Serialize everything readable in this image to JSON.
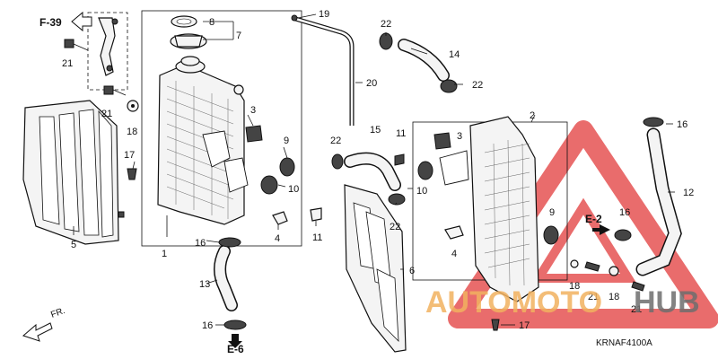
{
  "callouts": {
    "p1": "1",
    "p2": "2",
    "p3a": "3",
    "p3b": "3",
    "p4a": "4",
    "p4b": "4",
    "p5": "5",
    "p6": "6",
    "p7": "7",
    "p8": "8",
    "p9a": "9",
    "p9b": "9",
    "p10a": "10",
    "p10b": "10",
    "p11a": "11",
    "p11b": "11",
    "p12": "12",
    "p13": "13",
    "p14": "14",
    "p15": "15",
    "p16a": "16",
    "p16b": "16",
    "p16c": "16",
    "p16d": "16",
    "p17a": "17",
    "p17b": "17",
    "p18a": "18",
    "p18b": "18",
    "p18c": "18",
    "p19": "19",
    "p20": "20",
    "p21a": "21",
    "p21b": "21",
    "p21c": "21",
    "p21d": "21",
    "p22a": "22",
    "p22b": "22",
    "p22c": "22",
    "p22d": "22"
  },
  "references": {
    "f39": "F-39",
    "e6": "E-6",
    "e2": "E-2",
    "front": "FR."
  },
  "diagram_code": "KRNAF4100A",
  "watermark": {
    "text_a": "AUTOMOTO",
    "text_b": "HUB",
    "color_a": "#f2b260",
    "color_b": "#6e6e6e",
    "triangle_color": "#e23b3b"
  }
}
